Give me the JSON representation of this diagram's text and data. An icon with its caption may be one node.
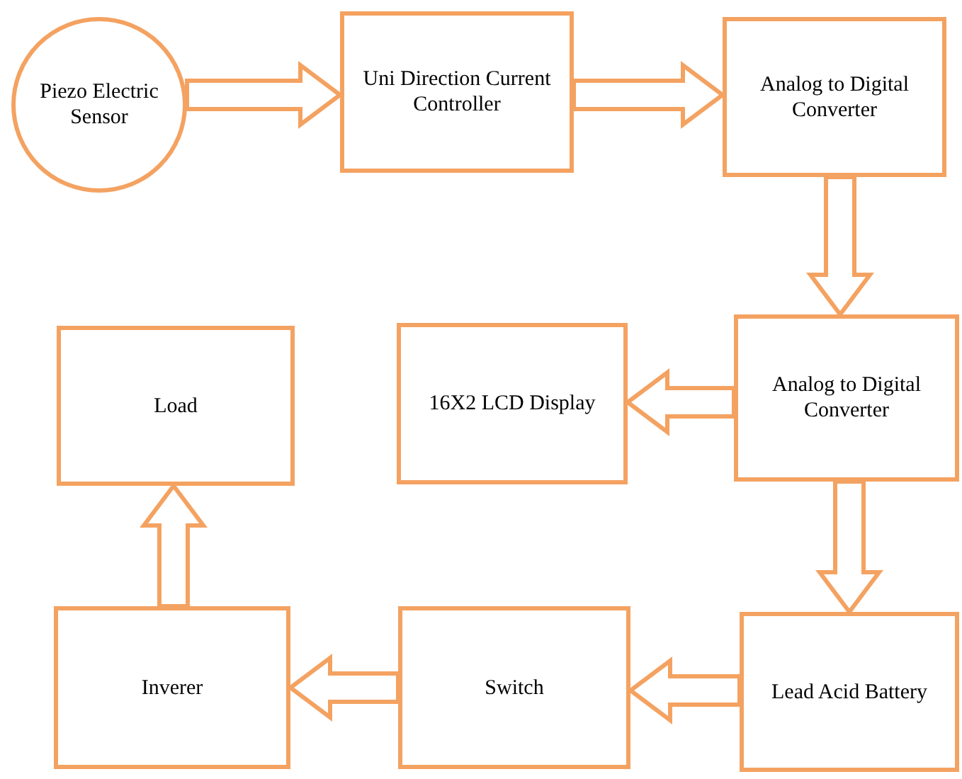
{
  "diagram": {
    "nodes": [
      {
        "text": [
          "Piezo Electric Sensor"
        ]
      },
      {
        "text": [
          "Uni Direction Current Controller"
        ]
      },
      {
        "text": [
          "Analog to Digital Converter"
        ]
      },
      {
        "text": [
          "Analog to Digital Converter"
        ]
      },
      {
        "text": [
          "16X2 LCD Display"
        ]
      },
      {
        "text": [
          "Load"
        ]
      },
      {
        "text": [
          "Lead Acid Battery"
        ]
      },
      {
        "text": [
          "Switch"
        ]
      },
      {
        "text": [
          "Inverer"
        ]
      }
    ],
    "edges": [
      {
        "from": 0,
        "to": 1,
        "arrow": "to"
      },
      {
        "from": 1,
        "to": 2,
        "arrow": "to"
      },
      {
        "from": 2,
        "to": 3,
        "arrow": "to"
      },
      {
        "from": 3,
        "to": 4,
        "arrow": "to"
      },
      {
        "from": 3,
        "to": 6,
        "arrow": "to"
      },
      {
        "from": 6,
        "to": 7,
        "arrow": "to"
      },
      {
        "from": 7,
        "to": 8,
        "arrow": "to"
      },
      {
        "from": 8,
        "to": 5,
        "arrow": "to"
      }
    ]
  }
}
